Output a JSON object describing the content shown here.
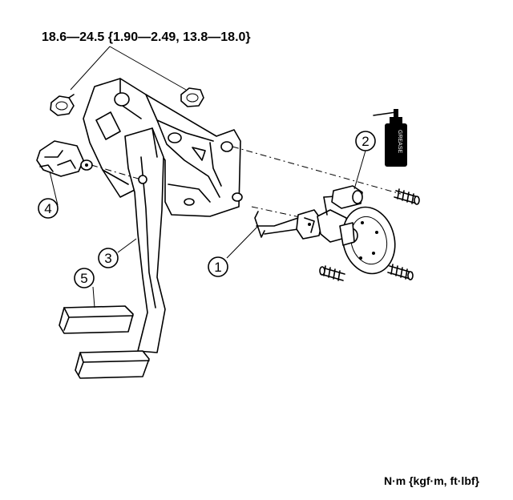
{
  "torque_spec": "18.6—24.5 {1.90—2.49, 13.8—18.0}",
  "units_label": "N·m {kgf·m, ft·lbf}",
  "grease_label": "GREASE",
  "callouts": [
    "1",
    "2",
    "3",
    "4",
    "5"
  ]
}
